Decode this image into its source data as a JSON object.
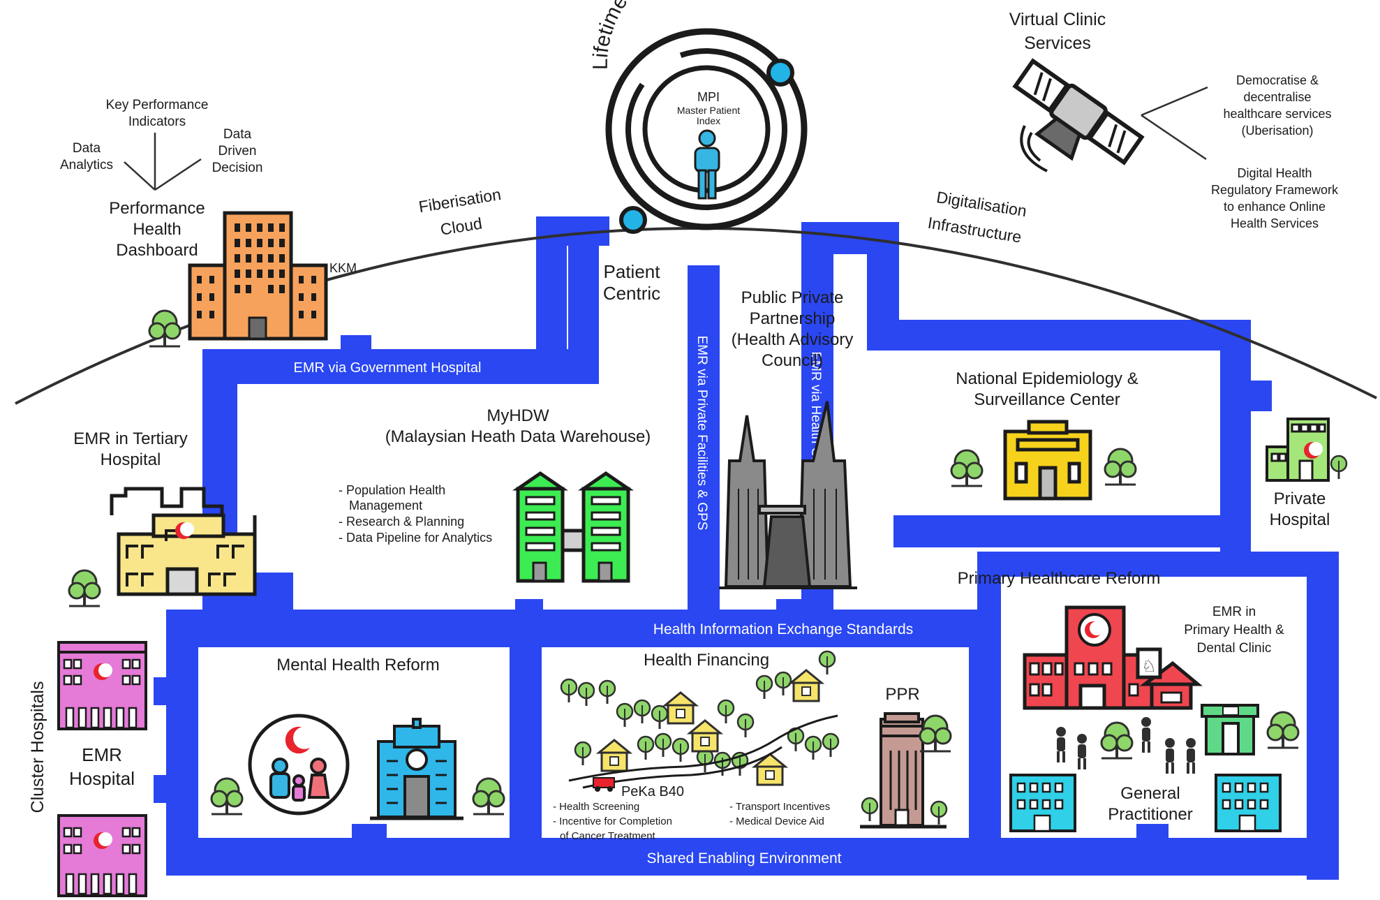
{
  "ring": {
    "title": "Lifetime Health Record",
    "mpi": "MPI",
    "mpi_full_1": "Master Patient",
    "mpi_full_2": "Index"
  },
  "arc_labels": {
    "fiberisation": "Fiberisation",
    "cloud": "Cloud",
    "digitalisation": "Digitalisation",
    "infrastructure": "Infrastructure"
  },
  "virtual_clinic": {
    "title_1": "Virtual Clinic",
    "title_2": "Services",
    "point1": [
      "Democratise &",
      "decentralise",
      "healthcare services",
      "(Uberisation)"
    ],
    "point2": [
      "Digital Health",
      "Regulatory Framework",
      "to enhance Online",
      "Health Services"
    ]
  },
  "dashboard": {
    "kpi_1": "Key Performance",
    "kpi_2": "Indicators",
    "analytics_1": "Data",
    "analytics_2": "Analytics",
    "driven_1": "Data",
    "driven_2": "Driven",
    "driven_3": "Decision",
    "title": [
      "Performance",
      "Health",
      "Dashboard"
    ],
    "kkm": "KKM"
  },
  "patient_centric": [
    "Patient",
    "Centric"
  ],
  "ppp": [
    "Public Private",
    "Partnership",
    "(Health Advisory",
    "Council)"
  ],
  "channels": {
    "gov_hospital": "EMR via Government Hospital",
    "private": "EMR via Private Facilities & GPS",
    "clinics": "EMR via Health Clinics",
    "hie": "Health Information Exchange Standards",
    "shared": "Shared Enabling Environment"
  },
  "myhdw": {
    "title": "MyHDW",
    "subtitle": "(Malaysian Heath Data Warehouse)",
    "bullets": [
      "- Population Health",
      "Management",
      "- Research & Planning",
      "- Data Pipeline for Analytics"
    ]
  },
  "tertiary": [
    "EMR in Tertiary",
    "Hospital"
  ],
  "epidemiology": [
    "National Epidemiology &",
    "Surveillance Center"
  ],
  "private_hospital": [
    "Private",
    "Hospital"
  ],
  "primary": {
    "title": "Primary Healthcare Reform",
    "emr": [
      "EMR in",
      "Primary Health &",
      "Dental Clinic"
    ],
    "gp": [
      "General",
      "Practitioner"
    ]
  },
  "cluster": {
    "vertical": "Cluster Hospitals",
    "emr": [
      "EMR",
      "Hospital"
    ]
  },
  "mental": "Mental Health Reform",
  "financing": {
    "title": "Health Financing",
    "ppr": "PPR",
    "peka": "PeKa B40",
    "left_bullets": [
      "- Health Screening",
      "- Incentive for Completion",
      "of Cancer Treatment"
    ],
    "right_bullets": [
      "- Transport Incentives",
      "- Medical Device Aid"
    ]
  },
  "colors": {
    "channel_blue": "#2a47f2",
    "ring_dot": "#22b4e6",
    "dashboard_orange": "#f7a25c",
    "warehouse_green": "#3cec52",
    "epi_yellow": "#f6d21c",
    "tertiary_yellow": "#f9e58a",
    "primary_red": "#f0464f",
    "cluster_pink": "#e57ad7",
    "person_blue": "#37b6e3",
    "tree_green": "#8fd66a"
  },
  "icons": [
    "satellite-icon",
    "person-icon",
    "tree-icon",
    "hospital-icon",
    "twin-towers-icon",
    "family-icon",
    "house-icon",
    "ambulance-icon",
    "tooth-icon",
    "crescent-icon"
  ]
}
